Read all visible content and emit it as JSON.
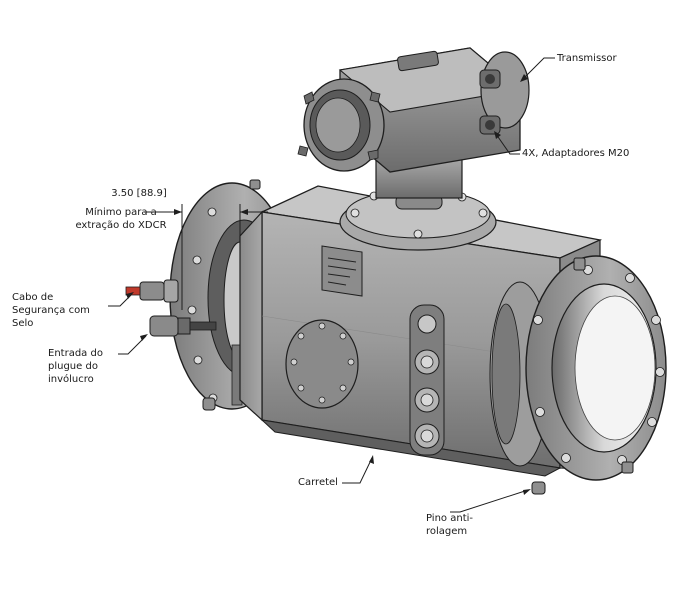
{
  "labels": {
    "transmitter": "Transmissor",
    "adapters": "4X, Adaptadores M20",
    "dimension": "3.50 [88.9]",
    "min_line1": "Mínimo para a",
    "min_line2": "extração do XDCR",
    "cable_line1": "Cabo de",
    "cable_line2": "Segurança com",
    "cable_line3": "Selo",
    "plug_line1": "Entrada do",
    "plug_line2": "plugue do",
    "plug_line3": "invólucro",
    "spool": "Carretel",
    "pin_line1": "Pino anti-",
    "pin_line2": "rolagem"
  },
  "colors": {
    "body": "#9b9b9b",
    "body_dark": "#6f6f6f",
    "body_light": "#c4c4c4",
    "outline": "#1e1e1e",
    "cable_tip": "#c0392b"
  }
}
